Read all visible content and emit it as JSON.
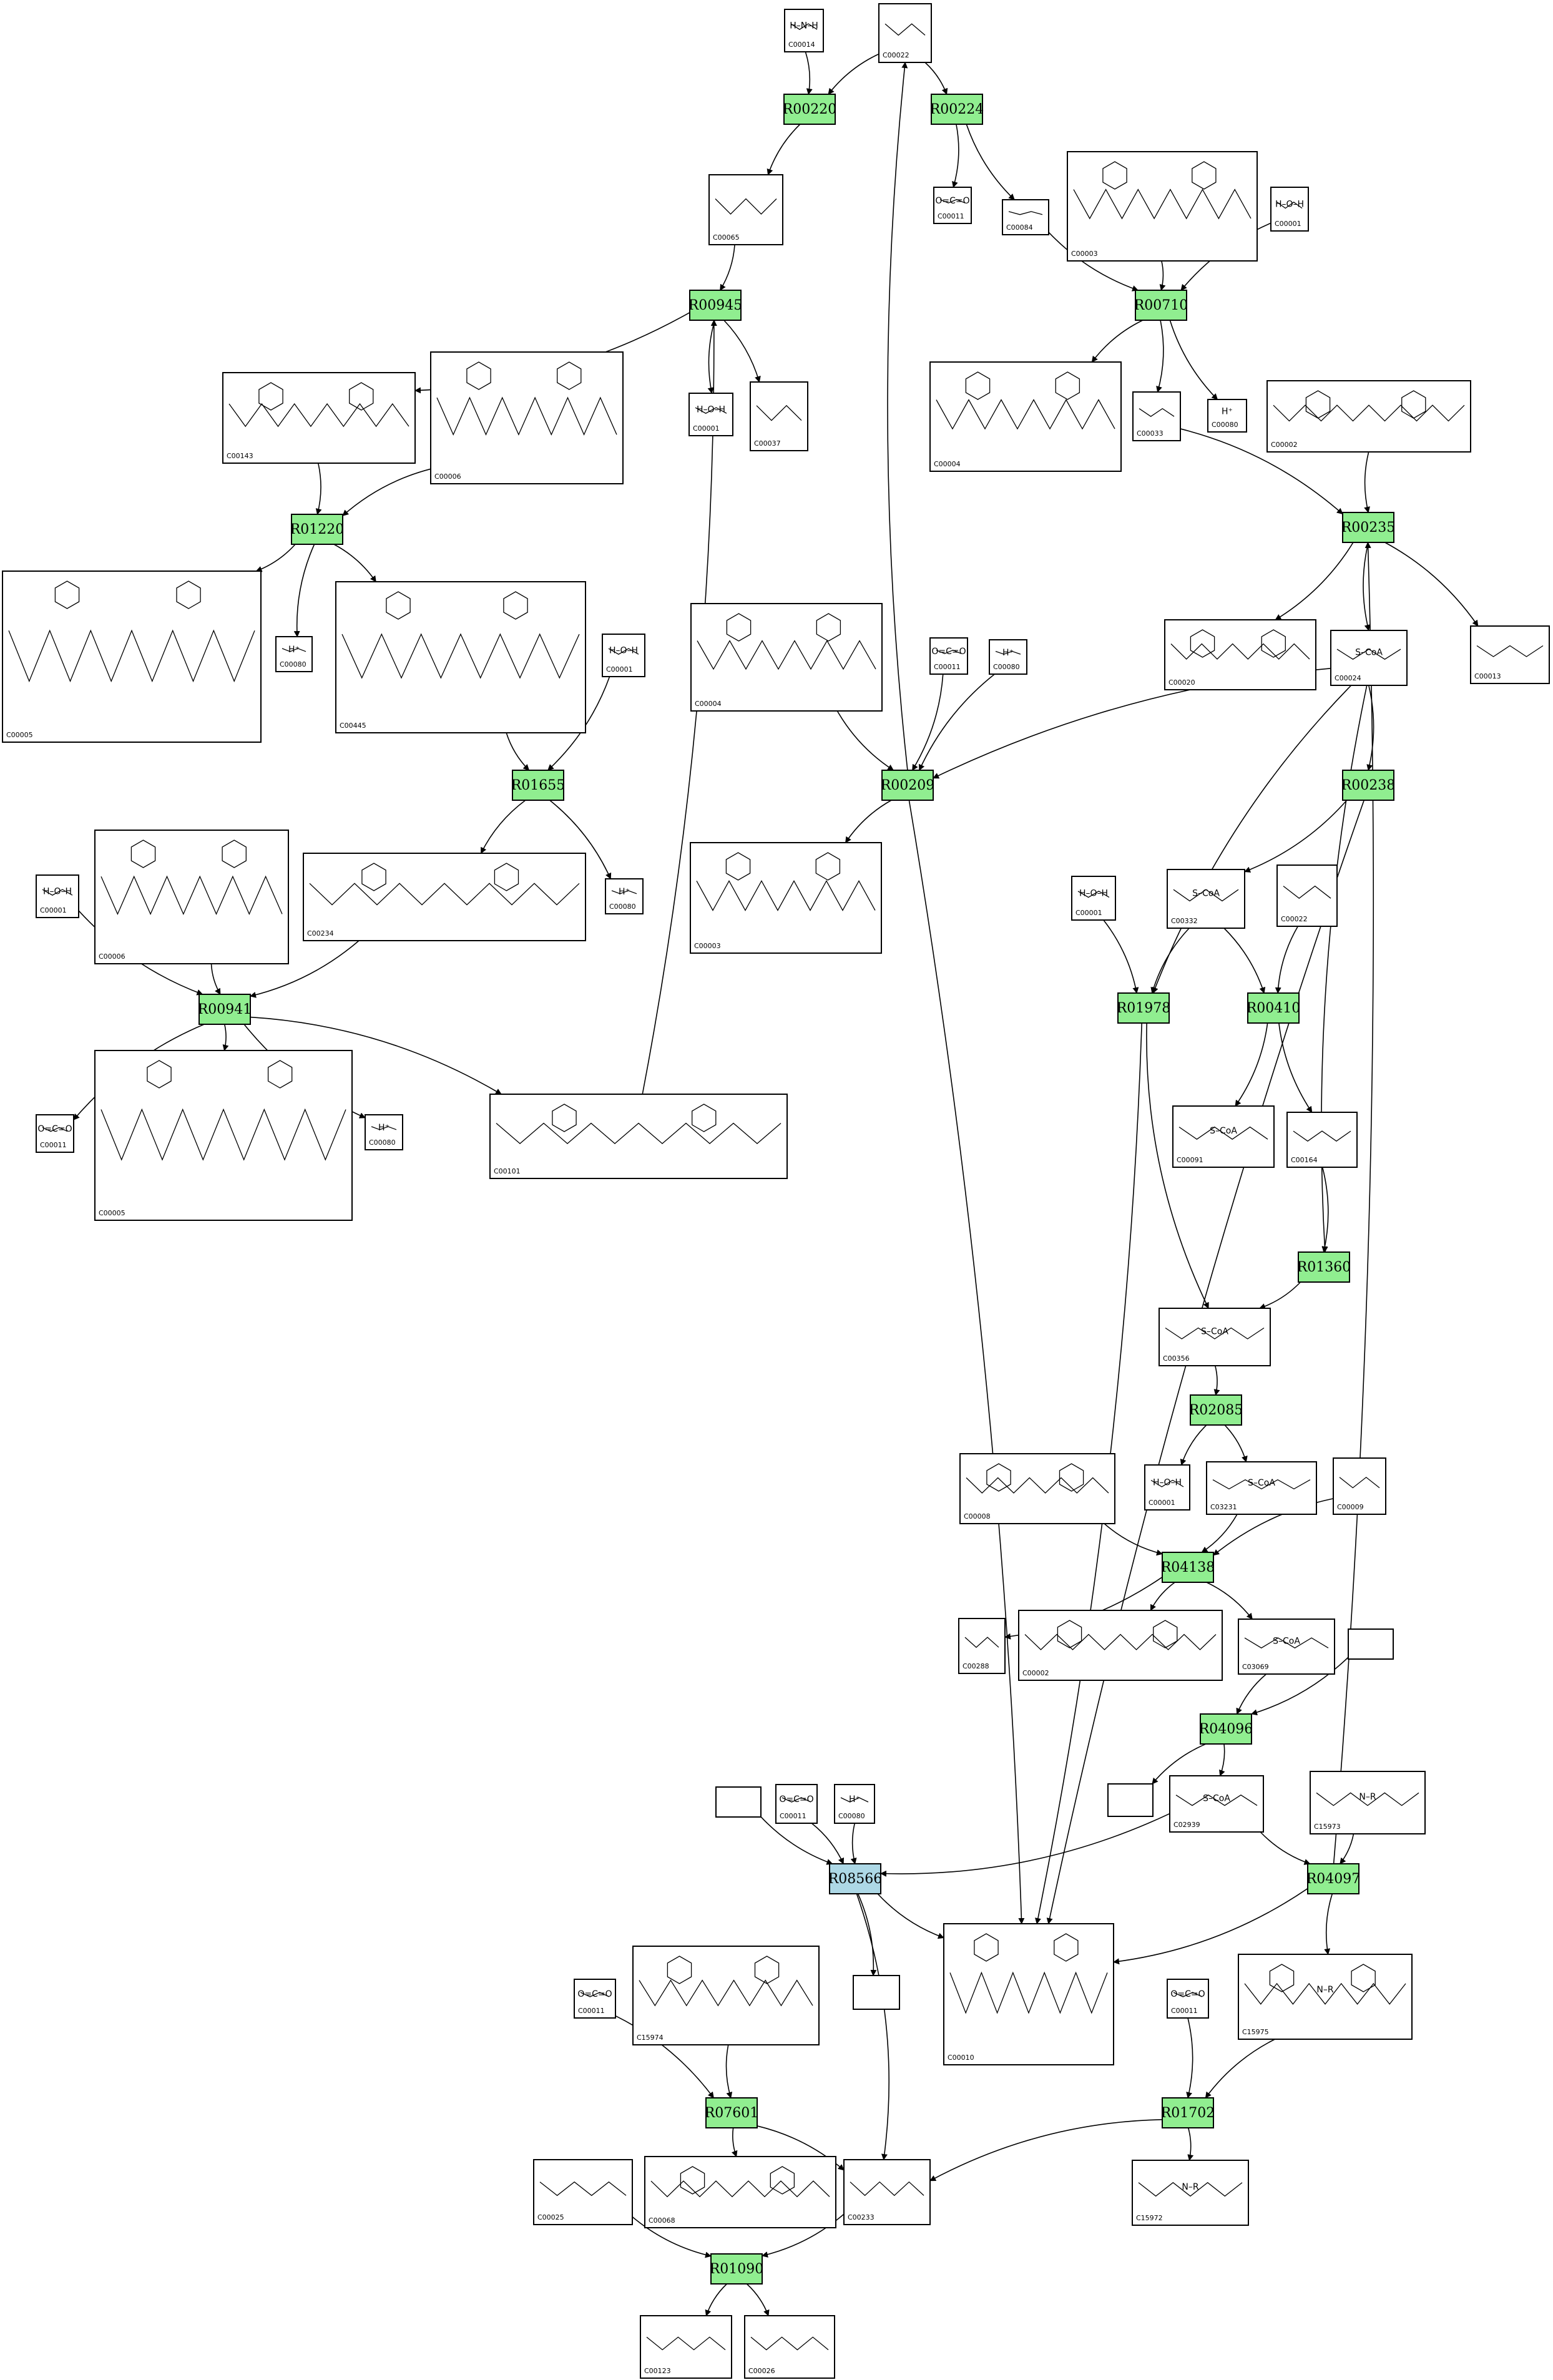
{
  "colors": {
    "reaction": "#90ee90",
    "reaction_highlight": "#add8e6",
    "line": "#000000",
    "background": "#ffffff"
  },
  "reactions": [
    {
      "id": "R00220",
      "label": "R00220",
      "kind": "normal"
    },
    {
      "id": "R00224",
      "label": "R00224",
      "kind": "normal"
    },
    {
      "id": "R00945",
      "label": "R00945",
      "kind": "normal"
    },
    {
      "id": "R00710",
      "label": "R00710",
      "kind": "normal"
    },
    {
      "id": "R01220",
      "label": "R01220",
      "kind": "normal"
    },
    {
      "id": "R00235",
      "label": "R00235",
      "kind": "normal"
    },
    {
      "id": "R01655",
      "label": "R01655",
      "kind": "normal"
    },
    {
      "id": "R00209",
      "label": "R00209",
      "kind": "normal"
    },
    {
      "id": "R00238",
      "label": "R00238",
      "kind": "normal"
    },
    {
      "id": "R00941",
      "label": "R00941",
      "kind": "normal"
    },
    {
      "id": "R01978",
      "label": "R01978",
      "kind": "normal"
    },
    {
      "id": "R00410",
      "label": "R00410",
      "kind": "normal"
    },
    {
      "id": "R01360",
      "label": "R01360",
      "kind": "normal"
    },
    {
      "id": "R02085",
      "label": "R02085",
      "kind": "normal"
    },
    {
      "id": "R04138",
      "label": "R04138",
      "kind": "normal"
    },
    {
      "id": "R04096",
      "label": "R04096",
      "kind": "normal"
    },
    {
      "id": "R08566",
      "label": "R08566",
      "kind": "highlight"
    },
    {
      "id": "R04097",
      "label": "R04097",
      "kind": "normal"
    },
    {
      "id": "R07601",
      "label": "R07601",
      "kind": "normal"
    },
    {
      "id": "R01702",
      "label": "R01702",
      "kind": "normal"
    },
    {
      "id": "R01090",
      "label": "R01090",
      "kind": "normal"
    }
  ],
  "compounds": [
    {
      "key": "c00014",
      "id": "C00014",
      "formula": "H–N–H"
    },
    {
      "key": "c00022a",
      "id": "C00022",
      "formula": ""
    },
    {
      "key": "c00065",
      "id": "C00065",
      "formula": ""
    },
    {
      "key": "c00011a",
      "id": "C00011",
      "formula": "O=C=O"
    },
    {
      "key": "c00084",
      "id": "C00084",
      "formula": ""
    },
    {
      "key": "c00003a",
      "id": "C00003",
      "formula": ""
    },
    {
      "key": "c00001a",
      "id": "C00001",
      "formula": "H–O–H"
    },
    {
      "key": "c00143",
      "id": "C00143",
      "formula": ""
    },
    {
      "key": "c00006a",
      "id": "C00006",
      "formula": ""
    },
    {
      "key": "c00001b",
      "id": "C00001",
      "formula": "H–O–H"
    },
    {
      "key": "c00037",
      "id": "C00037",
      "formula": ""
    },
    {
      "key": "c00004a",
      "id": "C00004",
      "formula": ""
    },
    {
      "key": "c00033",
      "id": "C00033",
      "formula": ""
    },
    {
      "key": "c00080a",
      "id": "C00080",
      "formula": "H⁺"
    },
    {
      "key": "c00002a",
      "id": "C00002",
      "formula": ""
    },
    {
      "key": "c00005a",
      "id": "C00005",
      "formula": ""
    },
    {
      "key": "c00080b",
      "id": "C00080",
      "formula": "H⁺"
    },
    {
      "key": "c00445",
      "id": "C00445",
      "formula": ""
    },
    {
      "key": "c00001c",
      "id": "C00001",
      "formula": "H–O–H"
    },
    {
      "key": "c00004b",
      "id": "C00004",
      "formula": ""
    },
    {
      "key": "c00011b",
      "id": "C00011",
      "formula": "O=C=O"
    },
    {
      "key": "c00080c",
      "id": "C00080",
      "formula": "H⁺"
    },
    {
      "key": "c00020",
      "id": "C00020",
      "formula": ""
    },
    {
      "key": "c00024",
      "id": "C00024",
      "formula": "S–CoA"
    },
    {
      "key": "c00013",
      "id": "C00013",
      "formula": ""
    },
    {
      "key": "c00006b",
      "id": "C00006",
      "formula": ""
    },
    {
      "key": "c00234",
      "id": "C00234",
      "formula": ""
    },
    {
      "key": "c00080d",
      "id": "C00080",
      "formula": "H⁺"
    },
    {
      "key": "c00003b",
      "id": "C00003",
      "formula": ""
    },
    {
      "key": "c00001d",
      "id": "C00001",
      "formula": "H–O–H"
    },
    {
      "key": "c00001e",
      "id": "C00001",
      "formula": "H–O–H"
    },
    {
      "key": "c00332",
      "id": "C00332",
      "formula": "S–CoA"
    },
    {
      "key": "c00022b",
      "id": "C00022",
      "formula": ""
    },
    {
      "key": "c00011c",
      "id": "C00011",
      "formula": "O=C=O"
    },
    {
      "key": "c00005b",
      "id": "C00005",
      "formula": ""
    },
    {
      "key": "c00080e",
      "id": "C00080",
      "formula": "H⁺"
    },
    {
      "key": "c00101",
      "id": "C00101",
      "formula": ""
    },
    {
      "key": "c00091",
      "id": "C00091",
      "formula": "S–CoA"
    },
    {
      "key": "c00164",
      "id": "C00164",
      "formula": ""
    },
    {
      "key": "c00356",
      "id": "C00356",
      "formula": "S–CoA"
    },
    {
      "key": "c00008",
      "id": "C00008",
      "formula": ""
    },
    {
      "key": "c00001f",
      "id": "C00001",
      "formula": "H–O–H"
    },
    {
      "key": "c03231",
      "id": "C03231",
      "formula": "S–CoA"
    },
    {
      "key": "c00009",
      "id": "C00009",
      "formula": ""
    },
    {
      "key": "c00288",
      "id": "C00288",
      "formula": ""
    },
    {
      "key": "c00002b",
      "id": "C00002",
      "formula": ""
    },
    {
      "key": "c03069",
      "id": "C03069",
      "formula": "S–CoA"
    },
    {
      "key": "empty1",
      "id": "",
      "formula": ""
    },
    {
      "key": "empty2",
      "id": "",
      "formula": ""
    },
    {
      "key": "empty3",
      "id": "",
      "formula": ""
    },
    {
      "key": "c00011d",
      "id": "C00011",
      "formula": "O=C=O"
    },
    {
      "key": "c00080f",
      "id": "C00080",
      "formula": "H⁺"
    },
    {
      "key": "c02939",
      "id": "C02939",
      "formula": "S–CoA"
    },
    {
      "key": "c15973",
      "id": "C15973",
      "formula": "N–R"
    },
    {
      "key": "empty4",
      "id": "",
      "formula": ""
    },
    {
      "key": "c00010",
      "id": "C00010",
      "formula": ""
    },
    {
      "key": "c15974",
      "id": "C15974",
      "formula": ""
    },
    {
      "key": "c00011e",
      "id": "C00011",
      "formula": "O=C=O"
    },
    {
      "key": "c15975",
      "id": "C15975",
      "formula": "N–R"
    },
    {
      "key": "c00011f",
      "id": "C00011",
      "formula": "O=C=O"
    },
    {
      "key": "c00025",
      "id": "C00025",
      "formula": ""
    },
    {
      "key": "c00068",
      "id": "C00068",
      "formula": ""
    },
    {
      "key": "c00233",
      "id": "C00233",
      "formula": ""
    },
    {
      "key": "c15972",
      "id": "C15972",
      "formula": "N–R"
    },
    {
      "key": "c00123",
      "id": "C00123",
      "formula": ""
    },
    {
      "key": "c00026",
      "id": "C00026",
      "formula": ""
    }
  ]
}
